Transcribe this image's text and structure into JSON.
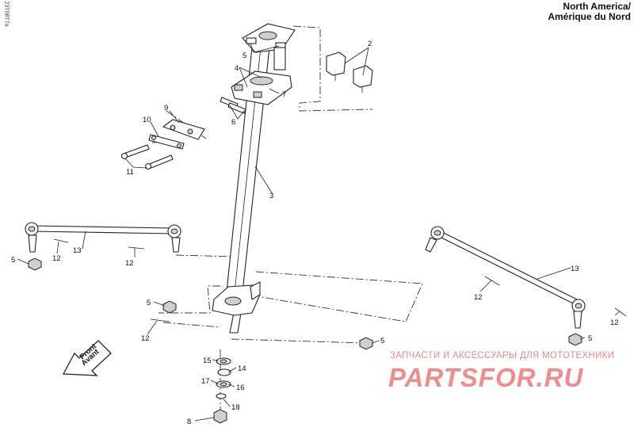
{
  "header": {
    "region_line1": "North America/",
    "region_line2": "Amérique du Nord",
    "side_code": "23T08T7a"
  },
  "direction_badge": {
    "line1": "Front",
    "line2": "Avant"
  },
  "callouts": [
    {
      "id": "c2",
      "text": "2"
    },
    {
      "id": "c3",
      "text": "3"
    },
    {
      "id": "c4",
      "text": "4"
    },
    {
      "id": "c5a",
      "text": "5"
    },
    {
      "id": "c5b",
      "text": "5"
    },
    {
      "id": "c5c",
      "text": "5"
    },
    {
      "id": "c5d",
      "text": "5"
    },
    {
      "id": "c5e",
      "text": "5"
    },
    {
      "id": "c6",
      "text": "6"
    },
    {
      "id": "c7",
      "text": "7"
    },
    {
      "id": "c8",
      "text": "8"
    },
    {
      "id": "c9",
      "text": "9"
    },
    {
      "id": "c10",
      "text": "10"
    },
    {
      "id": "c11",
      "text": "11"
    },
    {
      "id": "c12a",
      "text": "12"
    },
    {
      "id": "c12b",
      "text": "12"
    },
    {
      "id": "c12c",
      "text": "12"
    },
    {
      "id": "c12d",
      "text": "12"
    },
    {
      "id": "c12e",
      "text": "12"
    },
    {
      "id": "c13a",
      "text": "13"
    },
    {
      "id": "c13b",
      "text": "13"
    },
    {
      "id": "c14",
      "text": "14"
    },
    {
      "id": "c15",
      "text": "15"
    },
    {
      "id": "c16",
      "text": "16"
    },
    {
      "id": "c17",
      "text": "17"
    },
    {
      "id": "c18",
      "text": "18"
    }
  ],
  "watermark": {
    "tagline": "ЗАПЧАСТИ И АКСЕССУАРЫ ДЛЯ МОТОТЕХНИКИ",
    "logo": "PARTSFOR.RU",
    "color": "#ef8c8c"
  }
}
